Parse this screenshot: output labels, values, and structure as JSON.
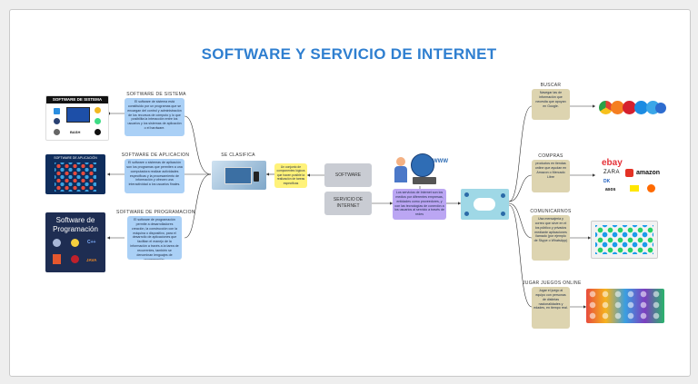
{
  "title": "SOFTWARE Y SERVICIO DE INTERNET",
  "left": {
    "sistema": {
      "heading": "SOFTWARE DE SISTEMA",
      "text": "El software de sistema está constituido por un programas que se encargan del control y administración de los recursos de cómputo y lo que posibilita la interacción entre los usuarios y los sistemas de aplicación o el hardware.",
      "image_caption": "SOFTWARE DE SISTEMA",
      "bash_label": "BASH"
    },
    "aplicacion": {
      "heading": "SOFTWARE DE APLICACION",
      "text": "El software o sistemas de aplicación son los programas que permiten a una computadora realizar actividades específicas y la procesamiento de información y ofrecen una interactividad a los usuarios finales.",
      "image_caption": "SOFTWARE DE APLICACIÓN"
    },
    "programacion": {
      "heading": "SOFTWARE DE PROGRAMACION",
      "text": "El software de programación permite a desarrolladores creación, la construcción con la máquina o dispositivo, para el desarrollo de aplicaciones que facilitan el manejo de la información a través a la tarea de recurrentes, también se denominan lenguajes de programación.",
      "image_caption_1": "Software de",
      "image_caption_2": "Programación"
    }
  },
  "center": {
    "se_clasifica": "SE CLASIFICA",
    "yellow_note": "Un conjunto de componentes lógicos que hacen posible la realización de tareas específicas",
    "software_box": "SOFTWARE",
    "servicio_box": "SERVICIO DE INTERNET",
    "purple_note": "Los servicios de Internet son los medios por diferentes empresas, entidades como proveedores, y con las tecnologías de conexión a los usuarios al servicio a través de redes"
  },
  "right": {
    "buscar": {
      "heading": "BUSCAR",
      "text": "Navegar las de información que necesita que apoyan en Google."
    },
    "compras": {
      "heading": "COMPRAS",
      "text": "productos en tiendas online que ayudan en Amazon o Mercado Libre"
    },
    "comunicarnos": {
      "heading": "COMUNICARNOS",
      "text": "Usa mensajería y correo que sirve en el los público y privados mediante aplicaciones llamado (por ejemplo de Skype o WhatsApp)"
    },
    "juegos": {
      "heading": "JUGAR JUEGOS ONLINE",
      "text": "Jugar el juego al equipo con personas de distintas nacionalidades y edades, en tiempo real."
    }
  },
  "logos": [
    "ebay",
    "ZARA",
    "amazon",
    "DK",
    "asos"
  ],
  "prog_langs": [
    "C++",
    "JAVA"
  ],
  "www_label": "WWW",
  "colors": {
    "title": "#2f7fd0",
    "blue_note": "#aad0f6",
    "yellow_note": "#fff27a",
    "tan_note": "#ddd4b0",
    "purple_note": "#bba6f3",
    "grey_box": "#c9ccd3"
  },
  "icons": [
    "computer-icon",
    "globe-www-icon",
    "cloud-icon",
    "browser-icons",
    "apps-icons",
    "games-collage"
  ]
}
